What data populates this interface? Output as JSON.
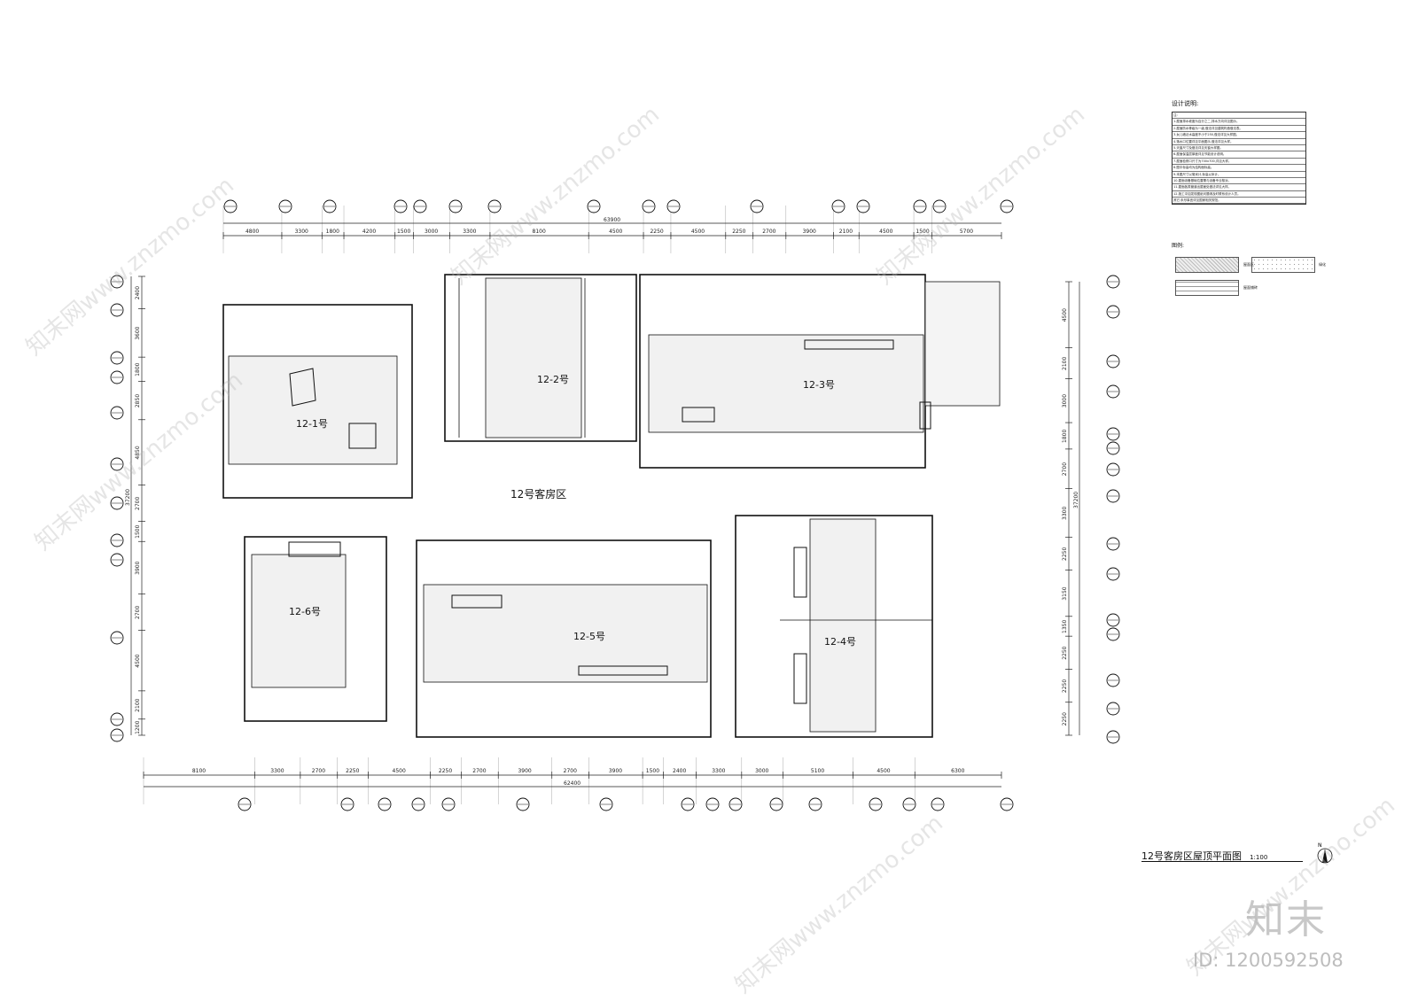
{
  "drawing": {
    "title": "12号客房区屋顶平面图",
    "scale": "1:100",
    "zone_label": "12号客房区",
    "north_label": "N"
  },
  "dimensions": {
    "top_total": "63900",
    "top_segments": [
      "4800",
      "3300",
      "1800",
      "4200",
      "1500",
      "3000",
      "3300",
      "8100",
      "4500",
      "2250",
      "4500",
      "2250",
      "2700",
      "3900",
      "2100",
      "4500",
      "1500",
      "5700"
    ],
    "bottom_total": "62400",
    "bottom_segments": [
      "8100",
      "3300",
      "2700",
      "2250",
      "4500",
      "2250",
      "2700",
      "3900",
      "2700",
      "3900",
      "1500",
      "2400",
      "3300",
      "3000",
      "5100",
      "4500",
      "6300"
    ],
    "left_total": "37200",
    "left_segments": [
      "2400",
      "3600",
      "1800",
      "2850",
      "4850",
      "2700",
      "1500",
      "3900",
      "2700",
      "4500",
      "2100",
      "1200"
    ],
    "right_total": "37200",
    "right_segments": [
      "4500",
      "2100",
      "3000",
      "1800",
      "2700",
      "3300",
      "2250",
      "3150",
      "1350",
      "2250",
      "2250",
      "2250"
    ]
  },
  "units": [
    {
      "label": "12-1号"
    },
    {
      "label": "12-2号"
    },
    {
      "label": "12-3号"
    },
    {
      "label": "12-4号"
    },
    {
      "label": "12-5号"
    },
    {
      "label": "12-6号"
    }
  ],
  "notes": {
    "title": "设计说明:",
    "lines": [
      "注:",
      "1.屋面排水坡度为百分之二,排水方向详见图示。",
      "2.屋面防水等级为一级,做法详见建筑构造做法表。",
      "3.女儿墙泛水高度不小于250,做法详见大样图。",
      "4.落水口位置详见平面图示,做法详见大样。",
      "5.天窗尺寸及做法详见天窗大样图。",
      "6.屋面保温层厚度详见节能设计说明。",
      "7.屋面检修口尺寸为700x700,详见大样。",
      "8.图中标高均为结构面标高。",
      "9.本图尺寸以毫米计,标高以米计。",
      "10.屋面设备基础位置需与设备专业核对。",
      "11.屋面各类管道出屋面处做法详见大样。",
      "12.施工中如发现图纸问题请及时联系设计人员。",
      "其它:未尽事宜详见国家相关规范。"
    ]
  },
  "legend": {
    "title": "图例:",
    "items": [
      "屋面区",
      "绿化",
      "屋面铺砖"
    ]
  },
  "brand": "知末",
  "id_text": "ID: 1200592508",
  "watermark": "知末网www.znzmo.com"
}
